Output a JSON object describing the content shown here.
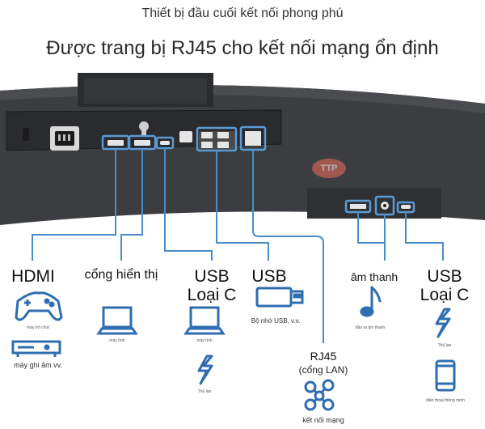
{
  "header": {
    "subtitle": "Thiết bị đầu cuối kết nối phong phú",
    "title": "Được trang bị RJ45 cho kết nối mạng ổn định"
  },
  "watermark": "TTP",
  "colors": {
    "accent": "#5b9bd5",
    "line": "#4a8cc9",
    "icon": "#2f6db0",
    "monitor": "#3b3d40"
  },
  "ports": {
    "hdmi": {
      "title": "HDMI",
      "items": [
        "máy trò chơi",
        "máy ghi âm vv."
      ]
    },
    "displayport": {
      "title": "cổng hiển thị",
      "items": [
        "máy tính"
      ]
    },
    "usbc_left": {
      "title_line1": "USB",
      "title_line2": "Loại C",
      "items": [
        "máy tính",
        "Thủ lao"
      ]
    },
    "usb": {
      "title": "USB",
      "items": [
        "Bộ nhớ USB, v.v."
      ]
    },
    "rj45": {
      "title_line1": "RJ45",
      "title_line2": "(cổng LAN)",
      "items": [
        "kết nối mạng"
      ]
    },
    "audio": {
      "title": "âm thanh",
      "items": [
        "đầu ra âm thanh"
      ]
    },
    "usbc_right": {
      "title_line1": "USB",
      "title_line2": "Loại C",
      "items": [
        "Thủ lao",
        "điện thoại thông minh"
      ]
    }
  },
  "icons": [
    "gamepad-icon",
    "recorder-icon",
    "laptop-icon",
    "usb-stick-icon",
    "network-icon",
    "music-note-icon",
    "lightning-icon",
    "smartphone-icon"
  ]
}
